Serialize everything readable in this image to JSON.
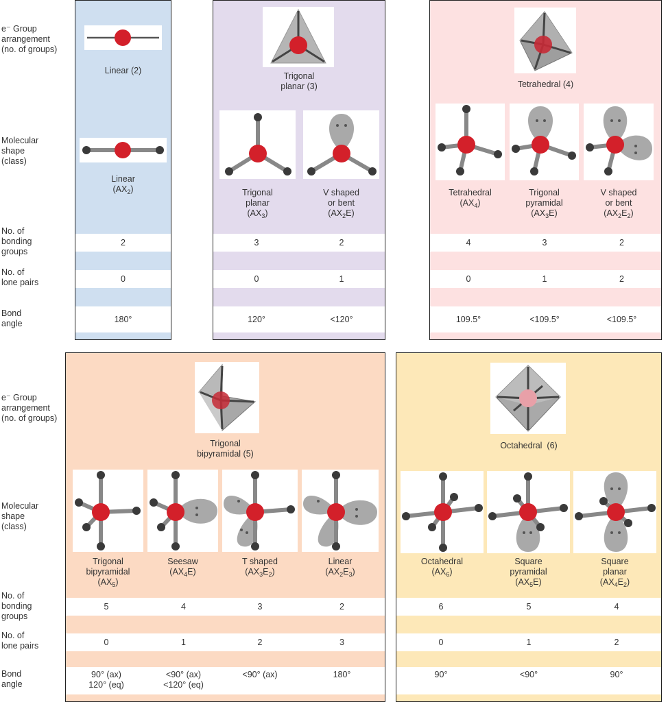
{
  "row_labels": {
    "electron_group": [
      "e⁻ Group",
      "arrangement",
      "(no. of groups)"
    ],
    "molecular_shape": [
      "Molecular",
      "shape",
      "(class)"
    ],
    "bonding": [
      "No. of",
      "bonding",
      "groups"
    ],
    "lone_pairs": [
      "No. of",
      "lone pairs"
    ],
    "bond_angle": [
      "Bond",
      "angle"
    ]
  },
  "arrangements": [
    {
      "name": "Linear (2)"
    },
    {
      "name": "Trigonal planar (3)",
      "lines": [
        "Trigonal",
        "planar (3)"
      ]
    },
    {
      "name": "Tetrahedral (4)"
    },
    {
      "name": "Trigonal bipyramidal (5)",
      "lines": [
        "Trigonal",
        "bipyramidal (5)"
      ]
    },
    {
      "name": "Octahedral  (6)"
    }
  ],
  "shapes": [
    {
      "name": "Linear",
      "class": "AX",
      "sub": "2",
      "bonding": "2",
      "lone": "0",
      "angle": [
        "180°"
      ]
    },
    {
      "name": "Trigonal planar",
      "lines": [
        "Trigonal",
        "planar"
      ],
      "class": "AX",
      "sub": "3",
      "bonding": "3",
      "lone": "0",
      "angle": [
        "120°"
      ]
    },
    {
      "name": "V shaped or bent",
      "lines": [
        "V shaped",
        "or bent"
      ],
      "class": "AX",
      "sub": "2",
      "classE": "E",
      "bonding": "2",
      "lone": "1",
      "angle": [
        "<120°"
      ]
    },
    {
      "name": "Tetrahedral",
      "class": "AX",
      "sub": "4",
      "bonding": "4",
      "lone": "0",
      "angle": [
        "109.5°"
      ]
    },
    {
      "name": "Trigonal pyramidal",
      "lines": [
        "Trigonal",
        "pyramidal"
      ],
      "class": "AX",
      "sub": "3",
      "classE": "E",
      "bonding": "3",
      "lone": "1",
      "angle": [
        "<109.5°"
      ]
    },
    {
      "name": "V shaped or bent",
      "lines": [
        "V shaped",
        "or bent"
      ],
      "class": "AX",
      "sub": "2",
      "classE": "E",
      "subE": "2",
      "bonding": "2",
      "lone": "2",
      "angle": [
        "<109.5°"
      ]
    },
    {
      "name": "Trigonal bipyramidal",
      "lines": [
        "Trigonal",
        "bipyramidal"
      ],
      "class": "AX",
      "sub": "5",
      "bonding": "5",
      "lone": "0",
      "angle": [
        "90° (ax)",
        "120° (eq)"
      ]
    },
    {
      "name": "Seesaw",
      "class": "AX",
      "sub": "4",
      "classE": "E",
      "bonding": "4",
      "lone": "1",
      "angle": [
        "<90° (ax)",
        "<120° (eq)"
      ]
    },
    {
      "name": "T shaped",
      "class": "AX",
      "sub": "3",
      "classE": "E",
      "subE": "2",
      "bonding": "3",
      "lone": "2",
      "angle": [
        "<90° (ax)"
      ]
    },
    {
      "name": "Linear",
      "class": "AX",
      "sub": "2",
      "classE": "E",
      "subE": "3",
      "bonding": "2",
      "lone": "3",
      "angle": [
        "180°"
      ]
    },
    {
      "name": "Octahedral",
      "class": "AX",
      "sub": "6",
      "bonding": "6",
      "lone": "0",
      "angle": [
        "90°"
      ]
    },
    {
      "name": "Square pyramidal",
      "lines": [
        "Square",
        "pyramidal"
      ],
      "class": "AX",
      "sub": "5",
      "classE": "E",
      "bonding": "5",
      "lone": "1",
      "angle": [
        "<90°"
      ]
    },
    {
      "name": "Square planar",
      "lines": [
        "Square",
        "planar"
      ],
      "class": "AX",
      "sub": "4",
      "classE": "E",
      "subE": "2",
      "bonding": "4",
      "lone": "2",
      "angle": [
        "90°"
      ]
    }
  ],
  "colors": {
    "linear": "#cfdff0",
    "trigonal_planar": "#e3dbed",
    "tetrahedral": "#fde1e1",
    "trigonal_bipyramidal": "#fcdac3",
    "octahedral": "#fde8b8",
    "central_atom": "#d3202a",
    "terminal_atom": "#3a3a3a",
    "lone_pair_lobe": "#9a9a9a"
  }
}
